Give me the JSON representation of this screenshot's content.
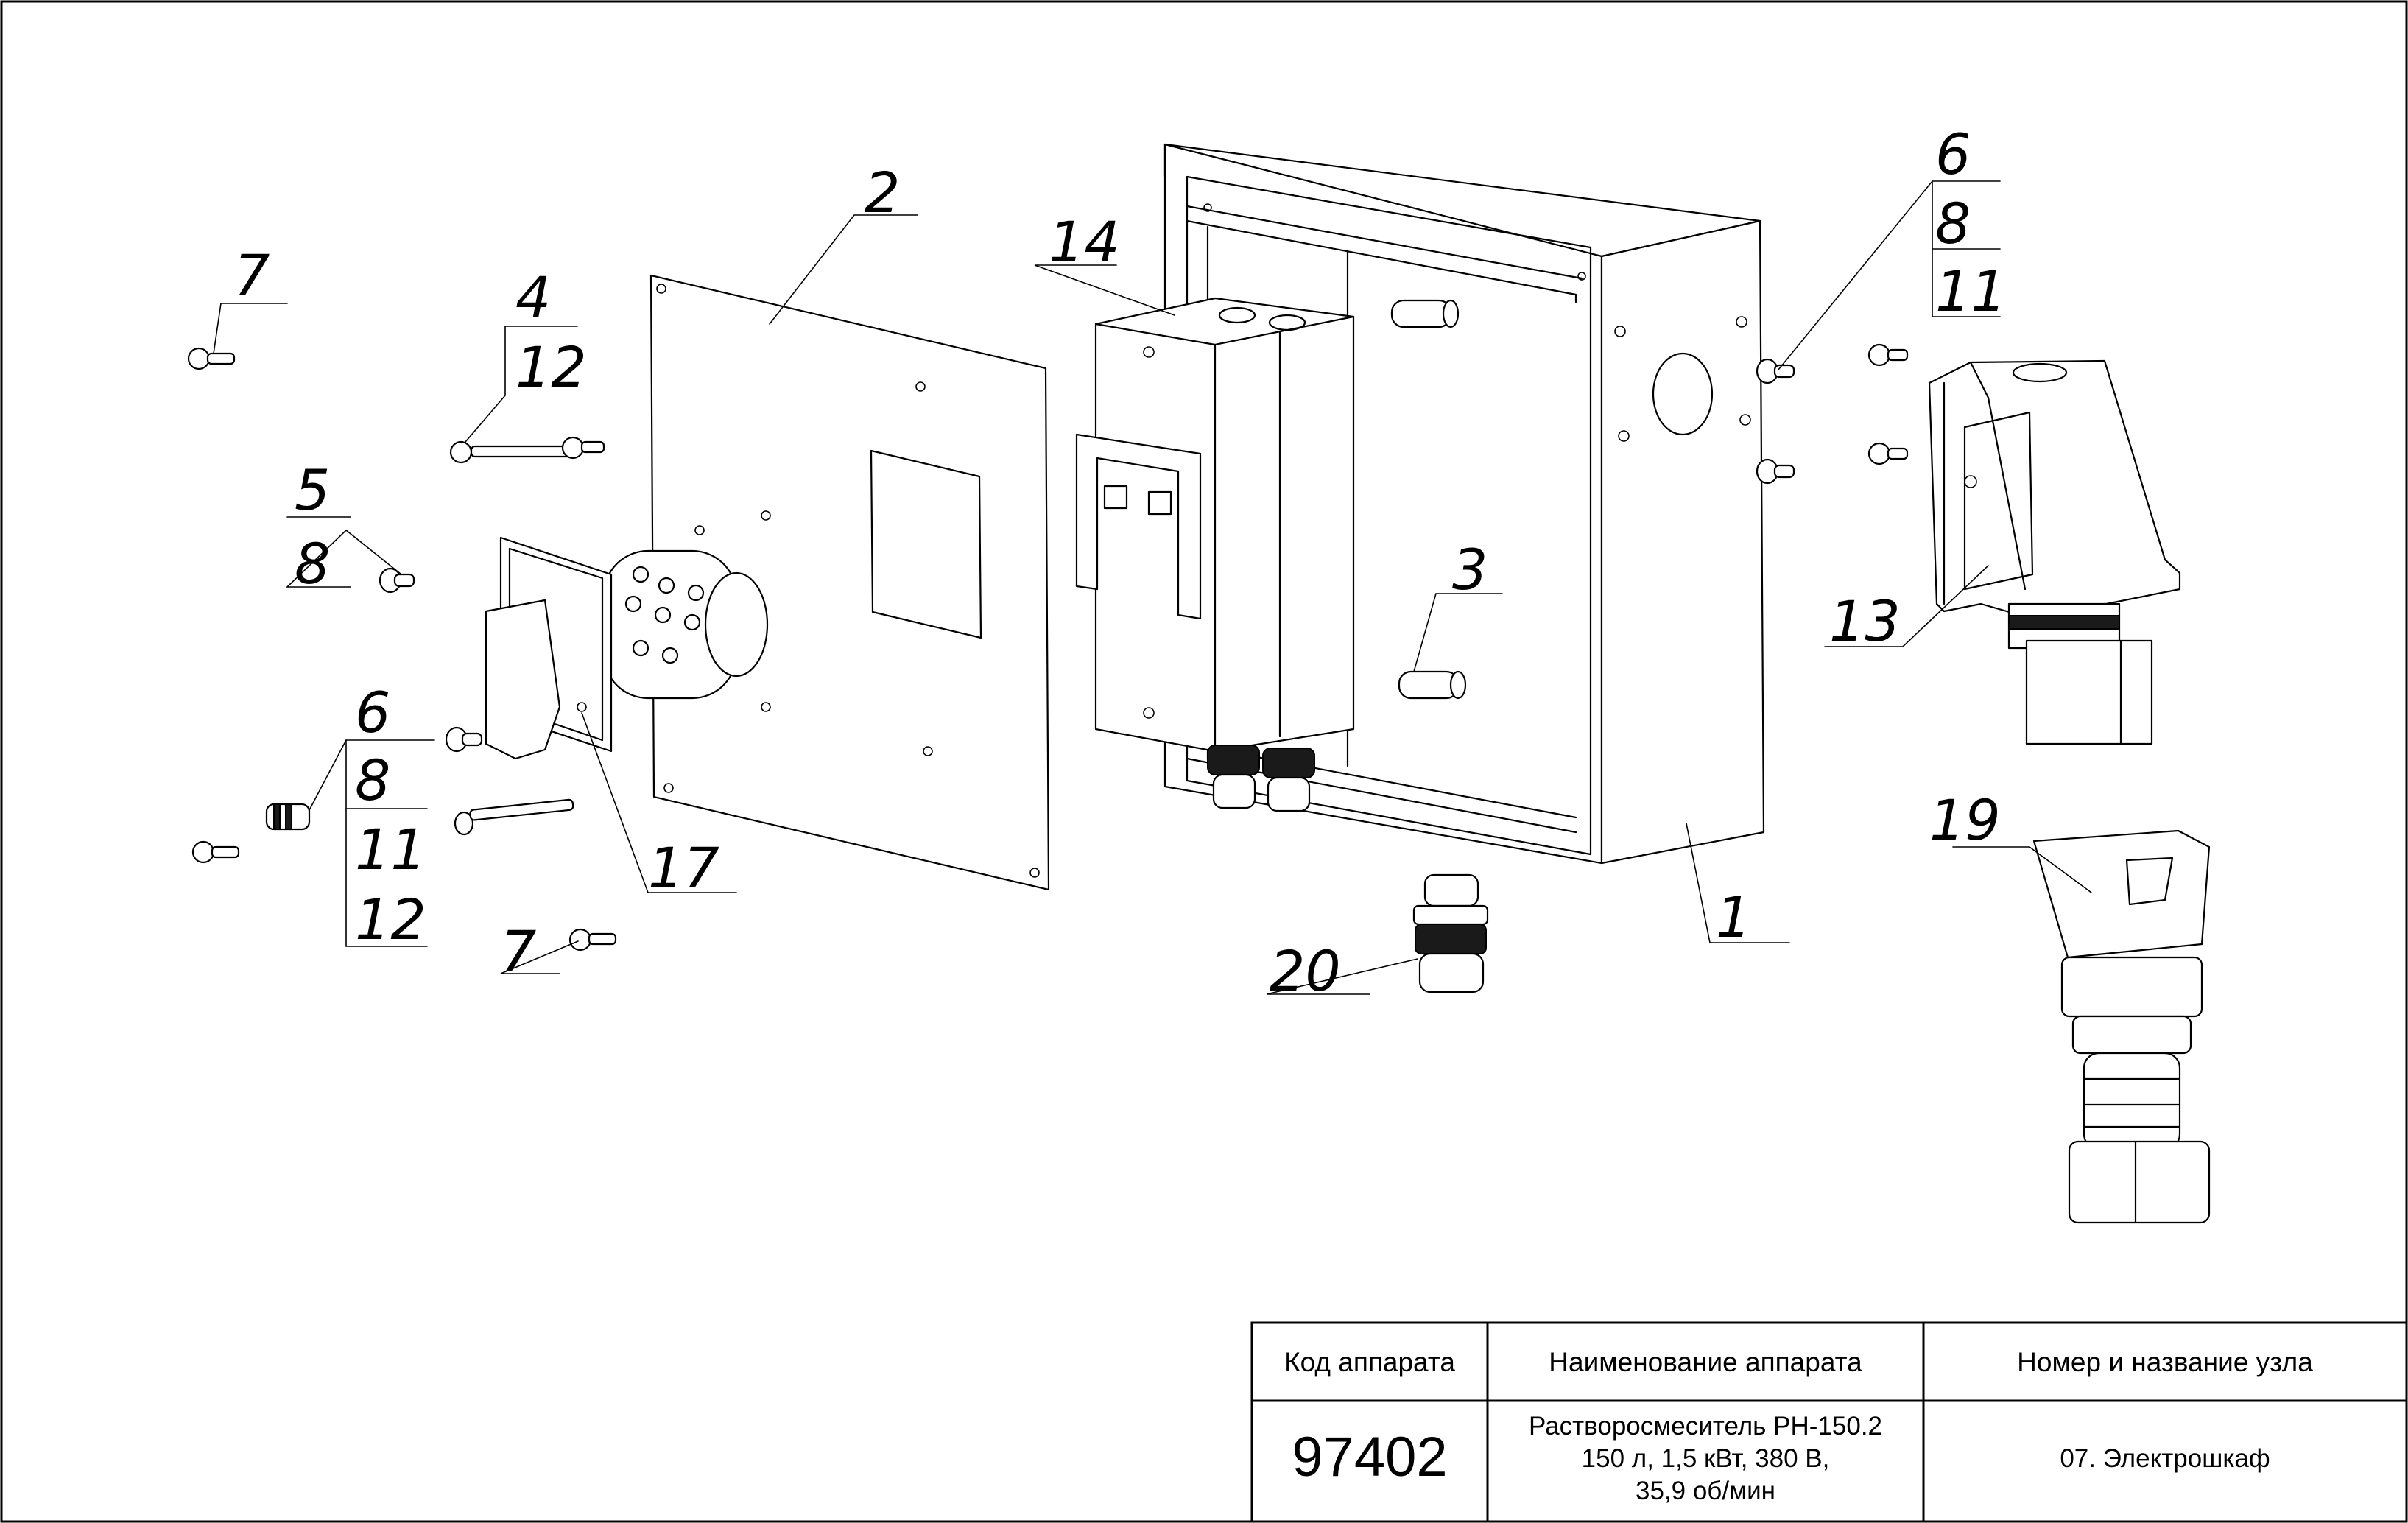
{
  "callouts": {
    "c1": "1",
    "c2": "2",
    "c3": "3",
    "c4": "4",
    "c5": "5",
    "c6a": "6",
    "c6b": "6",
    "c7a": "7",
    "c7b": "7",
    "c8a": "8",
    "c8b": "8",
    "c8c": "8",
    "c11a": "11",
    "c11b": "11",
    "c12a": "12",
    "c12b": "12",
    "c13": "13",
    "c14": "14",
    "c17": "17",
    "c19": "19",
    "c20": "20"
  },
  "title_block": {
    "col1_header": "Код аппарата",
    "col2_header": "Наименование аппарата",
    "col3_header": "Номер и название узла",
    "code": "97402",
    "name_line1": "Растворосмеситель РН-150.2",
    "name_line2": "150 л, 1,5 кВт, 380 В,",
    "name_line3": "35,9 об/мин",
    "node": "07. Электрошкаф"
  }
}
